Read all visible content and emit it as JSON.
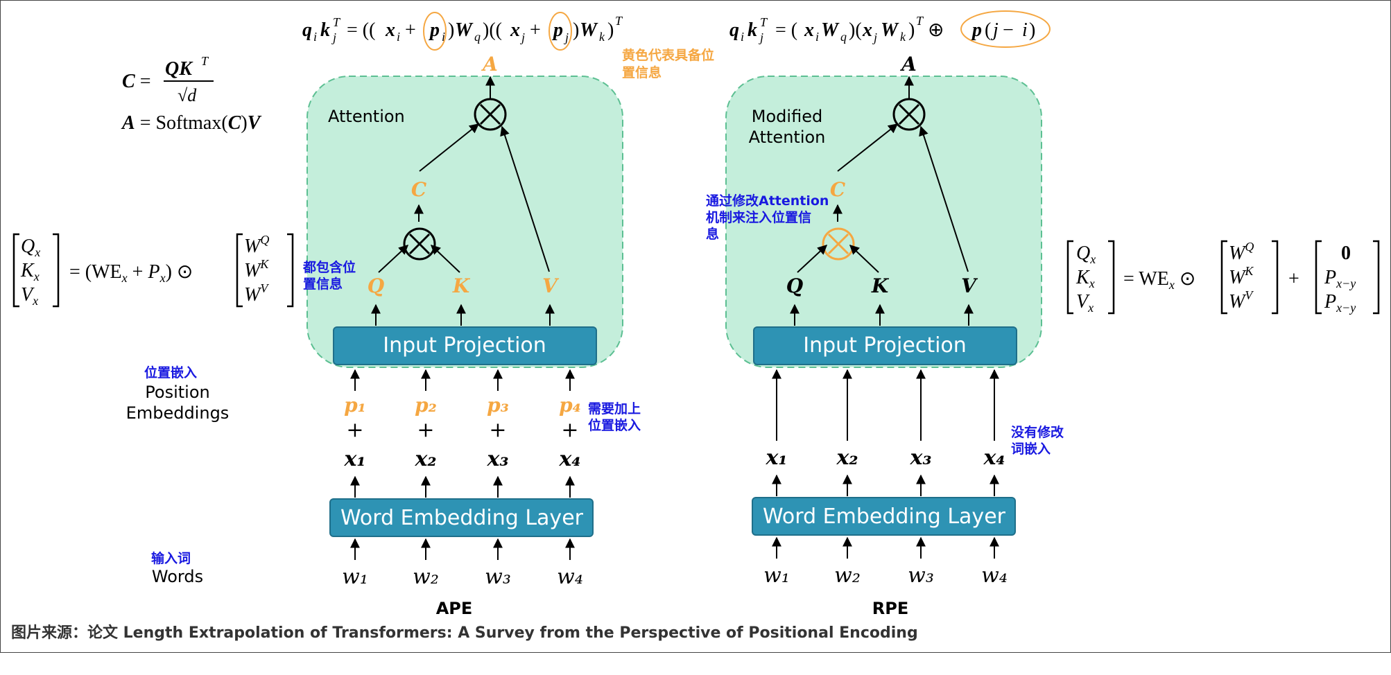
{
  "caption": "图片来源：论文 Length Extrapolation of Transformers: A Survey from the Perspective of Positional Encoding",
  "definitions": {
    "c_lhs": "C =",
    "c_num": "QK",
    "c_num_sup": "T",
    "c_den": "√d",
    "a_def": "A = Softmax(C)V"
  },
  "ape": {
    "label": "APE",
    "top_formula": "q_i k_j^T = ((x_i + p_i)W_q)((x_j + p_j)W_k)^T",
    "attention_label": "Attention",
    "output": "A",
    "c": "C",
    "q": "Q",
    "k": "K",
    "v": "V",
    "input_projection": "Input Projection",
    "word_embedding_layer": "Word Embedding Layer",
    "positions": [
      "p₁",
      "p₂",
      "p₃",
      "p₄"
    ],
    "plus": "+",
    "embeddings": [
      "x₁",
      "x₂",
      "x₃",
      "x₄"
    ],
    "words": [
      "w₁",
      "w₂",
      "w₃",
      "w₄"
    ],
    "left_formula": "[Qx; Kx; Vx] = (WEx + Px) ⊙ [W^Q; W^K; W^V]",
    "note_all_position": "都包含位置信息",
    "note_add_position": "需要加上位置嵌入"
  },
  "rpe": {
    "label": "RPE",
    "top_formula": "q_i k_j^T = (x_i W_q)(x_j W_k)^T ⊕ p(j − i)",
    "attention_label_1": "Modified",
    "attention_label_2": "Attention",
    "output": "A",
    "c": "C",
    "q": "Q",
    "k": "K",
    "v": "V",
    "input_projection": "Input Projection",
    "word_embedding_layer": "Word Embedding Layer",
    "embeddings": [
      "x₁",
      "x₂",
      "x₃",
      "x₄"
    ],
    "words": [
      "w₁",
      "w₂",
      "w₃",
      "w₄"
    ],
    "right_formula": "[Qx; Kx; Vx] = WEx ⊙ [W^Q; W^K; W^V] + [0; P_{x−y}; P_{x−y}]",
    "note_modify_attention": "通过修改Attention机制来注入位置信息",
    "note_no_modify": "没有修改词嵌入"
  },
  "notes": {
    "yellow_meaning": "黄色代表具备位置信息",
    "pos_embed_cn": "位置嵌入",
    "pos_embed_en_1": "Position",
    "pos_embed_en_2": "Embeddings",
    "words_cn": "输入词",
    "words_en": "Words"
  },
  "colors": {
    "attention_fill": "#c4eedb",
    "attention_border": "#5cbf92",
    "box_fill": "#2e93b4",
    "orange": "#f5a742",
    "blue_note": "#1919e0"
  }
}
